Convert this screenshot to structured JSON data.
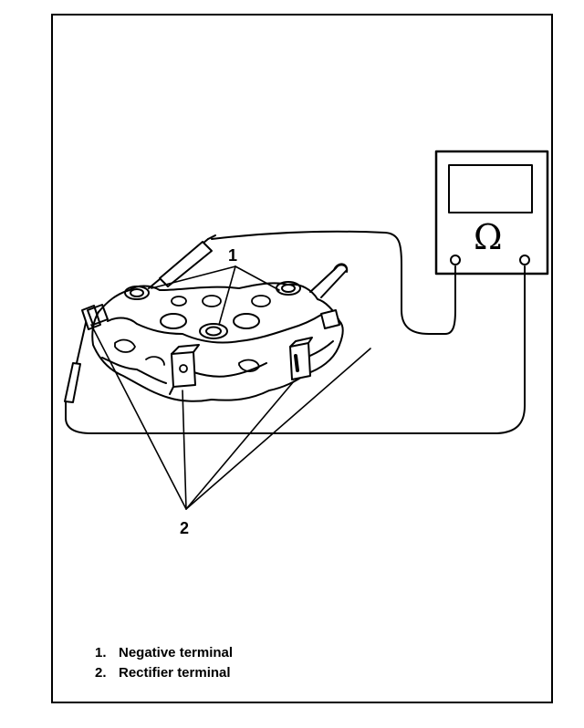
{
  "callouts": {
    "one": "1",
    "two": "2"
  },
  "meter": {
    "symbol": "Ω"
  },
  "legend": [
    {
      "num": "1.",
      "label": "Negative terminal"
    },
    {
      "num": "2.",
      "label": "Rectifier terminal"
    }
  ]
}
